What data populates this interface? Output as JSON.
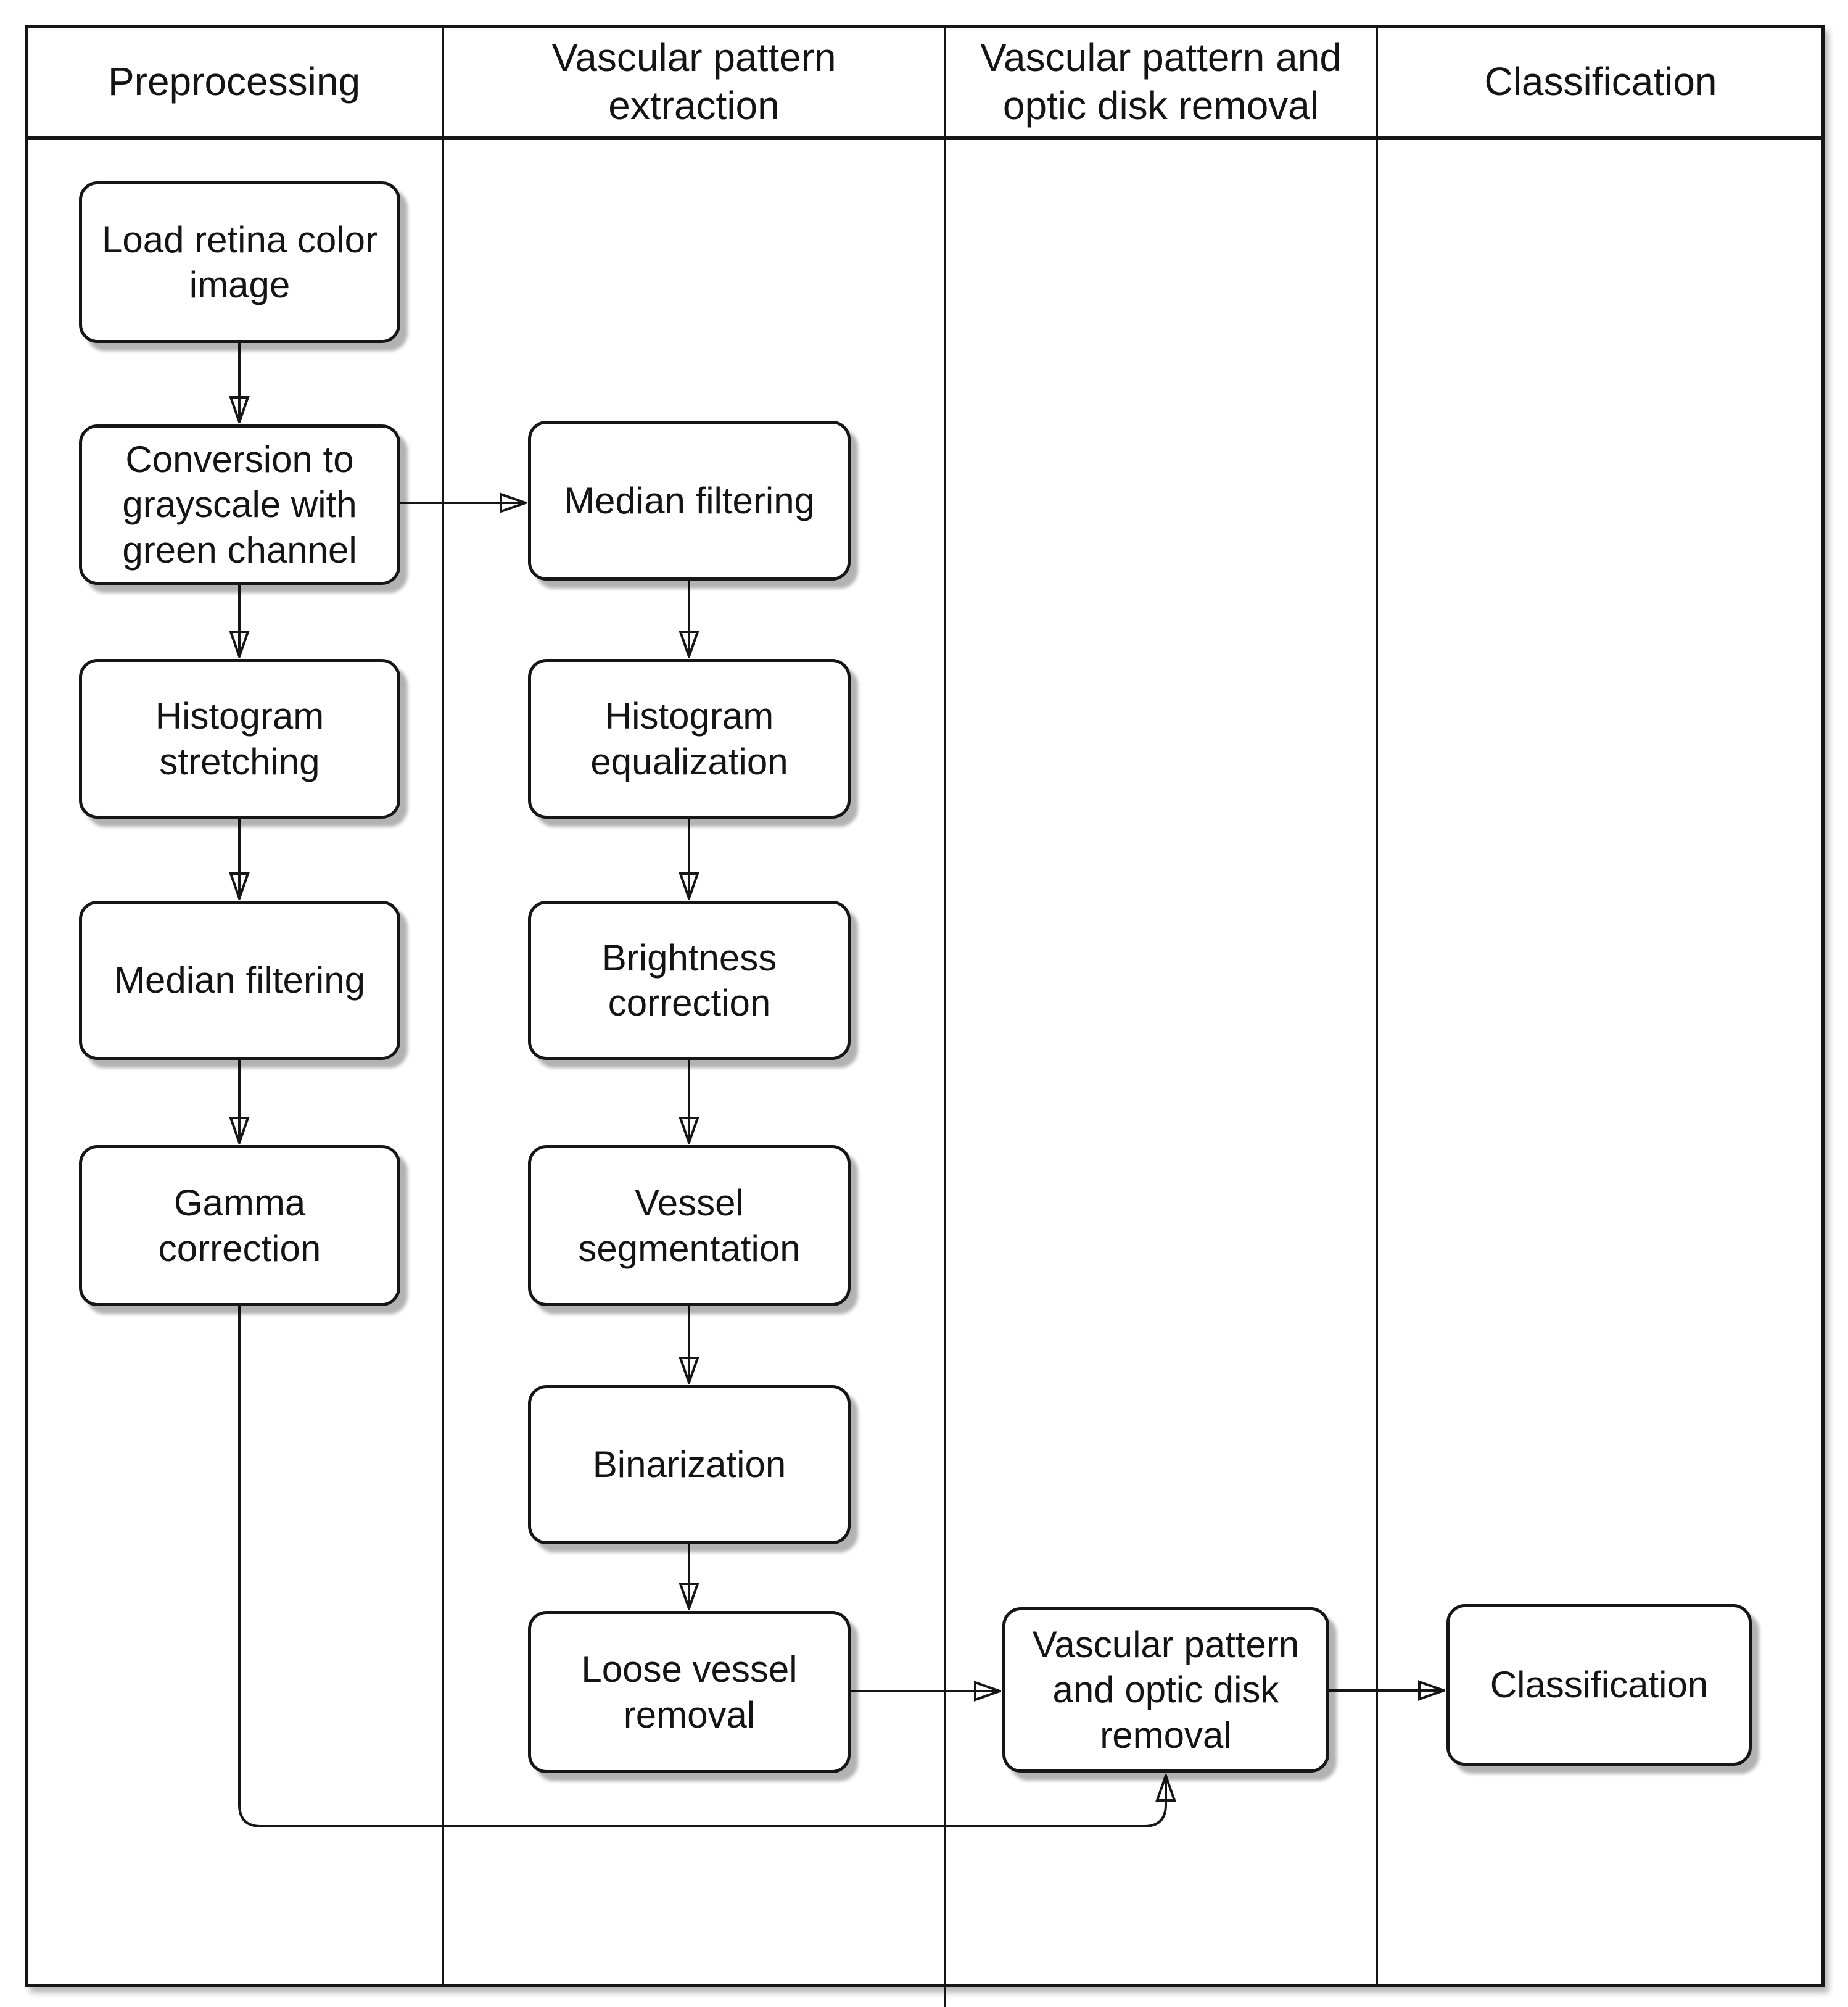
{
  "colors": {
    "ink": "#161616",
    "box_fill": "#ffffff",
    "background": "#ffffff"
  },
  "lanes": [
    {
      "label": "Preprocessing"
    },
    {
      "label": "Vascular pattern\nextraction"
    },
    {
      "label": "Vascular pattern and\noptic disk removal"
    },
    {
      "label": "Classification"
    }
  ],
  "nodes": [
    {
      "label": "Load retina color\nimage"
    },
    {
      "label": "Conversion to\ngrayscale with\ngreen channel"
    },
    {
      "label": "Histogram\nstretching"
    },
    {
      "label": "Median filtering"
    },
    {
      "label": "Gamma\ncorrection"
    },
    {
      "label": "Median filtering"
    },
    {
      "label": "Histogram\nequalization"
    },
    {
      "label": "Brightness\ncorrection"
    },
    {
      "label": "Vessel\nsegmentation"
    },
    {
      "label": "Binarization"
    },
    {
      "label": "Loose vessel\nremoval"
    },
    {
      "label": "Vascular pattern\nand optic disk\nremoval"
    },
    {
      "label": "Classification"
    }
  ],
  "edges": [
    {
      "from": "Load retina color image",
      "to": "Conversion to grayscale with green channel"
    },
    {
      "from": "Conversion to grayscale with green channel",
      "to": "Histogram stretching"
    },
    {
      "from": "Conversion to grayscale with green channel",
      "to": "Median filtering (extraction)"
    },
    {
      "from": "Histogram stretching",
      "to": "Median filtering (preprocessing)"
    },
    {
      "from": "Median filtering (preprocessing)",
      "to": "Gamma correction"
    },
    {
      "from": "Gamma correction",
      "to": "Vascular pattern and optic disk removal"
    },
    {
      "from": "Median filtering (extraction)",
      "to": "Histogram equalization"
    },
    {
      "from": "Histogram equalization",
      "to": "Brightness correction"
    },
    {
      "from": "Brightness correction",
      "to": "Vessel segmentation"
    },
    {
      "from": "Vessel segmentation",
      "to": "Binarization"
    },
    {
      "from": "Binarization",
      "to": "Loose vessel removal"
    },
    {
      "from": "Loose vessel removal",
      "to": "Vascular pattern and optic disk removal"
    },
    {
      "from": "Vascular pattern and optic disk removal",
      "to": "Classification"
    }
  ]
}
